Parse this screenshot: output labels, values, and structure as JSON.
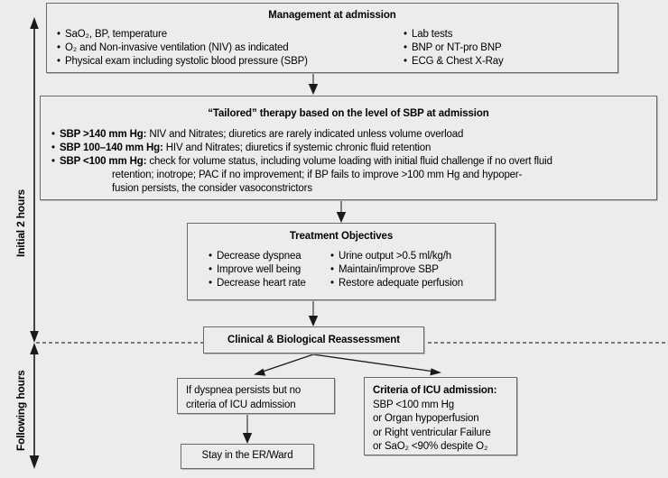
{
  "figure": {
    "type": "clinical-algorithm-flowchart",
    "background_color": "#ececec",
    "box_border_color": "#6b6b6b"
  },
  "time_axis": {
    "segments": [
      {
        "label": "Initial 2 hours"
      },
      {
        "label": "Following hours"
      }
    ],
    "divider_style": "dashed"
  },
  "management": {
    "title": "Management at admission",
    "left_items": [
      "SaO₂, BP, temperature",
      "O₂ and Non-invasive ventilation (NIV) as indicated",
      "Physical exam including systolic blood pressure (SBP)"
    ],
    "right_items": [
      "Lab tests",
      "BNP or NT-pro BNP",
      "ECG & Chest X-Ray"
    ]
  },
  "tailored": {
    "title": "“Tailored” therapy based on the level of SBP at admission",
    "items": [
      {
        "lead": "SBP >140 mm Hg:",
        "text": " NIV and Nitrates; diuretics are rarely indicated unless volume overload"
      },
      {
        "lead": "SBP 100–140 mm Hg:",
        "text": " HIV and Nitrates; diuretics if systemic chronic fluid retention"
      },
      {
        "lead": "SBP <100 mm Hg:",
        "text": " check for volume status, including volume loading with initial fluid challenge if no overt fluid",
        "cont1": "retention; inotrope; PAC if no improvement; if BP fails to improve >100 mm Hg and hypoper-",
        "cont2": "fusion persists, the consider vasoconstrictors"
      }
    ]
  },
  "objectives": {
    "title": "Treatment Objectives",
    "left_items": [
      "Decrease dyspnea",
      "Improve well being",
      "Decrease heart rate"
    ],
    "right_items": [
      "Urine output >0.5 ml/kg/h",
      "Maintain/improve SBP",
      "Restore adequate perfusion"
    ]
  },
  "reassessment": {
    "title": "Clinical & Biological Reassessment"
  },
  "dyspnea_branch": {
    "line1": "If dyspnea persists but no",
    "line2": "criteria of ICU admission"
  },
  "icu_branch": {
    "heading": "Criteria of ICU admission:",
    "lines": [
      "SBP <100 mm Hg",
      "or Organ hypoperfusion",
      "or Right ventricular Failure",
      "or SaO₂ <90% despite O₂"
    ]
  },
  "stay": {
    "label": "Stay in the ER/Ward"
  }
}
